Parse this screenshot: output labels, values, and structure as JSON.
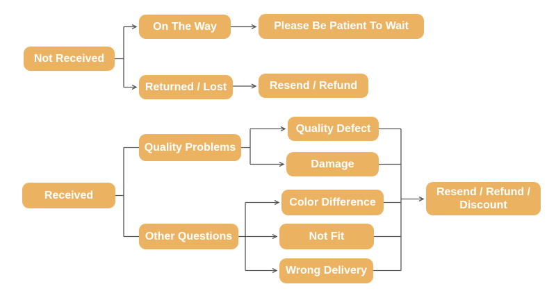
{
  "diagram": {
    "type": "flowchart",
    "description": "After-sale customer service decision flowchart",
    "colors": {
      "background": "#ffffff",
      "node_fill": "#EAB261",
      "node_text": "#ffffff",
      "connector": "#555555"
    },
    "nodes": [
      {
        "id": "not-received",
        "label": "Not Received"
      },
      {
        "id": "on-the-way",
        "label": "On The Way"
      },
      {
        "id": "please-be-patient",
        "label": "Please Be Patient To Wait"
      },
      {
        "id": "returned-lost",
        "label": "Returned / Lost"
      },
      {
        "id": "resend-refund",
        "label": "Resend / Refund"
      },
      {
        "id": "received",
        "label": "Received"
      },
      {
        "id": "quality-problems",
        "label": "Quality Problems"
      },
      {
        "id": "other-questions",
        "label": "Other Questions"
      },
      {
        "id": "quality-defect",
        "label": "Quality Defect"
      },
      {
        "id": "damage",
        "label": "Damage"
      },
      {
        "id": "color-difference",
        "label": "Color Difference"
      },
      {
        "id": "not-fit",
        "label": "Not Fit"
      },
      {
        "id": "wrong-delivery",
        "label": "Wrong Delivery"
      },
      {
        "id": "resend-refund-discount",
        "label": "Resend / Refund / Discount"
      }
    ],
    "edges": [
      {
        "from": "not-received",
        "to": "on-the-way",
        "arrow": true
      },
      {
        "from": "not-received",
        "to": "returned-lost",
        "arrow": true
      },
      {
        "from": "on-the-way",
        "to": "please-be-patient",
        "arrow": true
      },
      {
        "from": "returned-lost",
        "to": "resend-refund",
        "arrow": true
      },
      {
        "from": "received",
        "to": "quality-problems",
        "arrow": false
      },
      {
        "from": "received",
        "to": "other-questions",
        "arrow": false
      },
      {
        "from": "quality-problems",
        "to": "quality-defect",
        "arrow": true
      },
      {
        "from": "quality-problems",
        "to": "damage",
        "arrow": true
      },
      {
        "from": "other-questions",
        "to": "color-difference",
        "arrow": true
      },
      {
        "from": "other-questions",
        "to": "not-fit",
        "arrow": true
      },
      {
        "from": "other-questions",
        "to": "wrong-delivery",
        "arrow": true
      },
      {
        "from": "quality-defect",
        "to": "resend-refund-discount",
        "arrow": true
      },
      {
        "from": "damage",
        "to": "resend-refund-discount",
        "arrow": true
      },
      {
        "from": "color-difference",
        "to": "resend-refund-discount",
        "arrow": true
      },
      {
        "from": "not-fit",
        "to": "resend-refund-discount",
        "arrow": true
      },
      {
        "from": "wrong-delivery",
        "to": "resend-refund-discount",
        "arrow": true
      }
    ]
  }
}
